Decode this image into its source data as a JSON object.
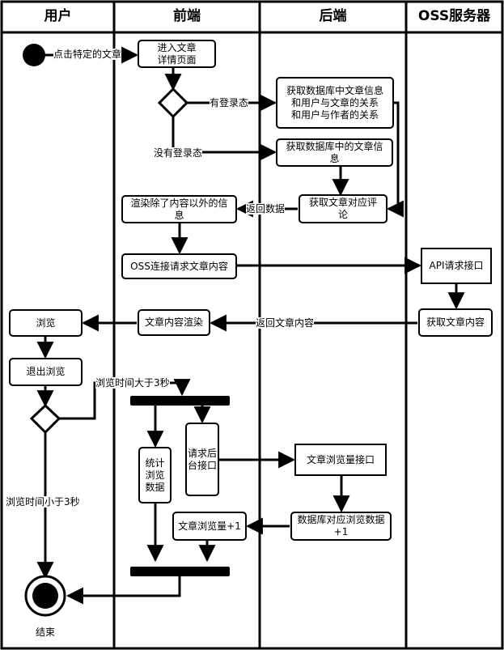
{
  "lanes": {
    "user": "用户",
    "frontend": "前端",
    "backend": "后端",
    "oss": "OSS服务器"
  },
  "nodes": {
    "enter_detail": "进入文章\n详情页面",
    "get_info_relations": "获取数据库中文章信息\n和用户与文章的关系\n和用户与作者的关系",
    "get_article_info": "获取数据库中的文章信\n息",
    "get_comments": "获取文章对应评\n论",
    "render_except_content": "渲染除了内容以外的信\n息",
    "oss_request": "OSS连接请求文章内容",
    "api_interface": "API请求接口",
    "get_content": "获取文章内容",
    "render_content": "文章内容渲染",
    "browse": "浏览",
    "exit_browse": "退出浏览",
    "request_backend": "请求后\n台接口",
    "view_count_api": "文章浏览量接口",
    "count_browse_data": "统计\n浏览\n数据",
    "db_view_data": "数据库对应浏览数据\n+1",
    "view_plus_one": "文章浏览量+1",
    "end": "结束"
  },
  "edge_labels": {
    "click_article": "点击特定的文章",
    "logged_in": "有登录态",
    "not_logged_in": "没有登录态",
    "return_data": "返回数据",
    "return_content": "返回文章内容",
    "over_3s": "浏览时间大于3秒",
    "under_3s": "浏览时间小于3秒"
  }
}
